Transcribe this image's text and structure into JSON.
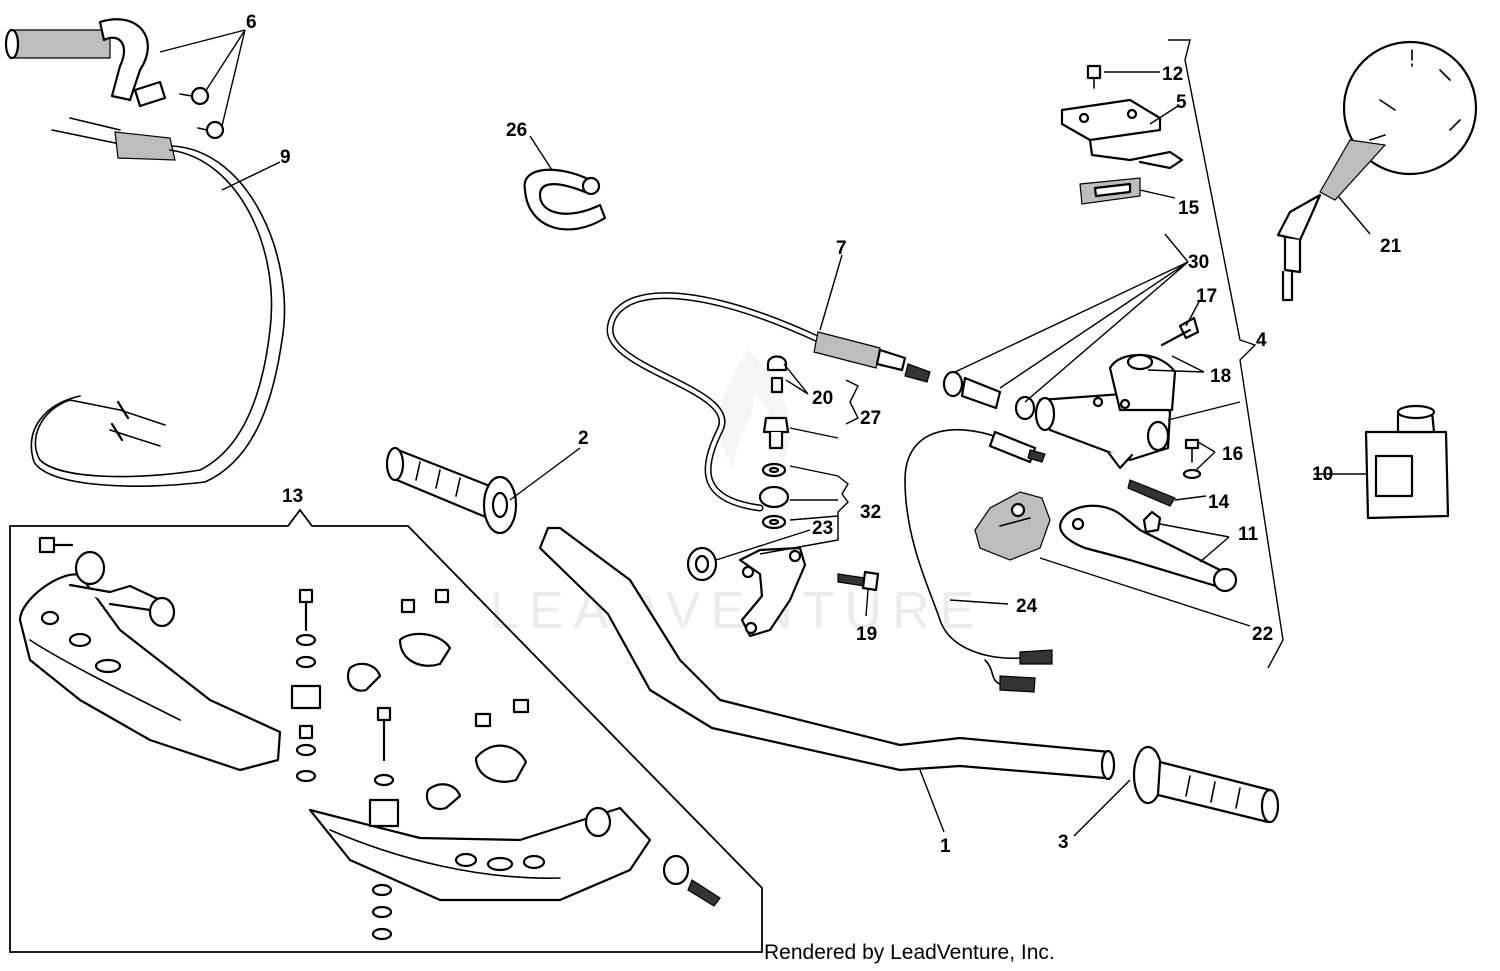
{
  "watermark": "LEADVENTURE",
  "credit": "Rendered by LeadVenture, Inc.",
  "callouts": {
    "c1": "1",
    "c2": "2",
    "c3": "3",
    "c4": "4",
    "c5": "5",
    "c6": "6",
    "c7": "7",
    "c9": "9",
    "c10": "10",
    "c11": "11",
    "c12": "12",
    "c13": "13",
    "c14": "14",
    "c15": "15",
    "c16": "16",
    "c17": "17",
    "c18": "18",
    "c19": "19",
    "c20": "20",
    "c21": "21",
    "c22": "22",
    "c23": "23",
    "c24": "24",
    "c26": "26",
    "c27": "27",
    "c30": "30",
    "c32": "32"
  }
}
